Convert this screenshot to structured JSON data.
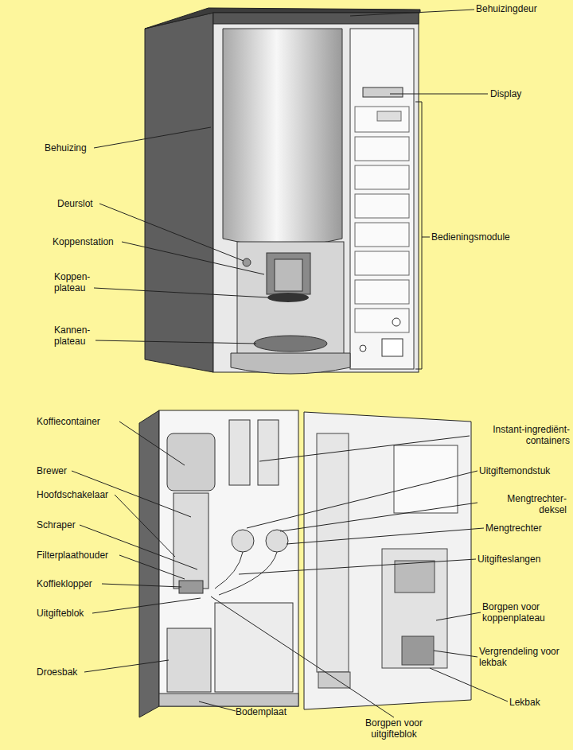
{
  "diagram": {
    "labels": [
      "Behuizingdeur",
      "Display",
      "Behuizing",
      "Deurslot",
      "Bedieningsmodule",
      "Koppenstation",
      "Koppen- plateau",
      "Kannen- plateau",
      "Koffiecontainer",
      "Instant-ingrediënt- containers",
      "Brewer",
      "Uitgiftemondstuk",
      "Hoofdschakelaar",
      "Mengtrechter- deksel",
      "Schraper",
      "Mengtrechter",
      "Filterplaathouder",
      "Uitgifteslangen",
      "Koffieklopper",
      "Borgpen voor koppenplateau",
      "Uitgifteblok",
      "Vergrendeling voor lekbak",
      "Droesbak",
      "Lekbak",
      "Bodemplaat",
      "Borgpen voor uitgifteblok"
    ]
  }
}
